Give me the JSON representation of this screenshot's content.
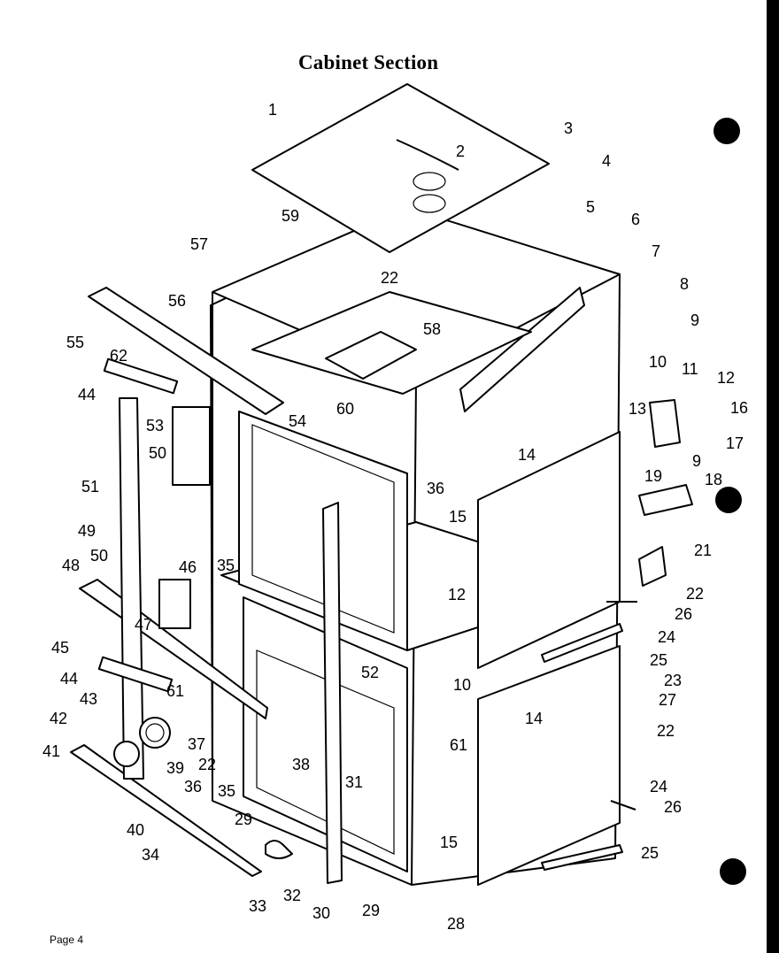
{
  "title": "Cabinet Section",
  "page_label": "Page 4",
  "callouts": [
    "1",
    "2",
    "3",
    "4",
    "5",
    "6",
    "7",
    "8",
    "9",
    "10",
    "11",
    "12",
    "13",
    "14",
    "15",
    "16",
    "17",
    "18",
    "19",
    "21",
    "22",
    "23",
    "24",
    "25",
    "26",
    "27",
    "28",
    "29",
    "30",
    "31",
    "32",
    "33",
    "34",
    "35",
    "36",
    "37",
    "38",
    "39",
    "40",
    "41",
    "42",
    "43",
    "44",
    "45",
    "46",
    "47",
    "48",
    "49",
    "50",
    "51",
    "52",
    "53",
    "54",
    "55",
    "56",
    "57",
    "58",
    "59",
    "60",
    "61",
    "62"
  ]
}
